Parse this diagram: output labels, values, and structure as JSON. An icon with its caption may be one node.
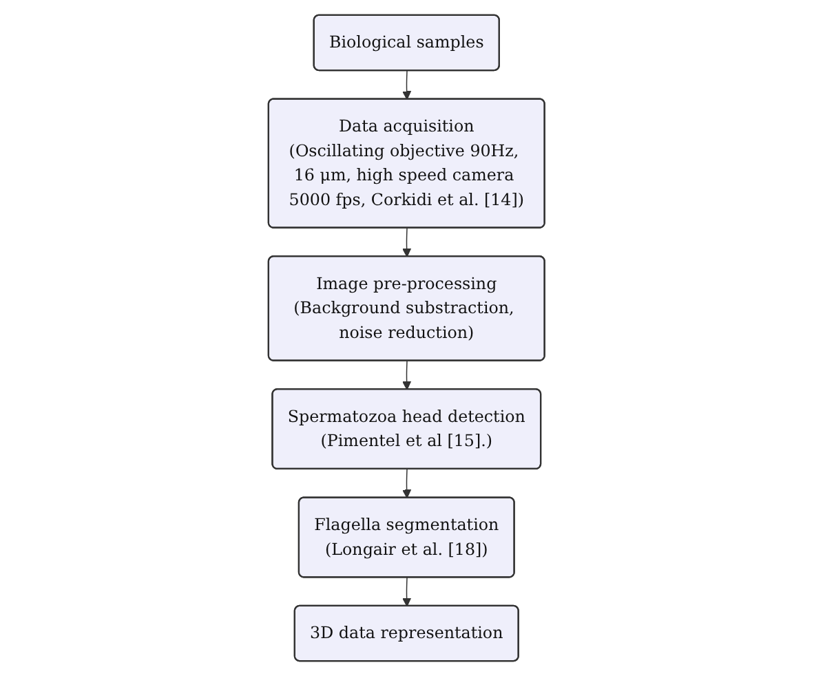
{
  "diagram": {
    "nodes": [
      {
        "text": [
          "Biological samples"
        ]
      },
      {
        "text": [
          "Data acquisition",
          "(Oscillating objective 90Hz, 16 μm, high speed camera 5000 fps, Corkidi et al. [14])"
        ]
      },
      {
        "text": [
          "Image pre-processing",
          "(Background substraction, noise reduction)"
        ]
      },
      {
        "text": [
          "Spermatozoa head detection",
          "(Pimentel et al [15].)"
        ]
      },
      {
        "text": [
          "Flagella segmentation",
          "(Longair et al. [18])"
        ]
      },
      {
        "text": [
          "3D data representation"
        ]
      }
    ],
    "edges": [
      {
        "from": 0,
        "to": 1,
        "arrow": "to"
      },
      {
        "from": 1,
        "to": 2,
        "arrow": "to"
      },
      {
        "from": 2,
        "to": 3,
        "arrow": "to"
      },
      {
        "from": 3,
        "to": 4,
        "arrow": "to"
      },
      {
        "from": 4,
        "to": 5,
        "arrow": "to"
      }
    ]
  }
}
